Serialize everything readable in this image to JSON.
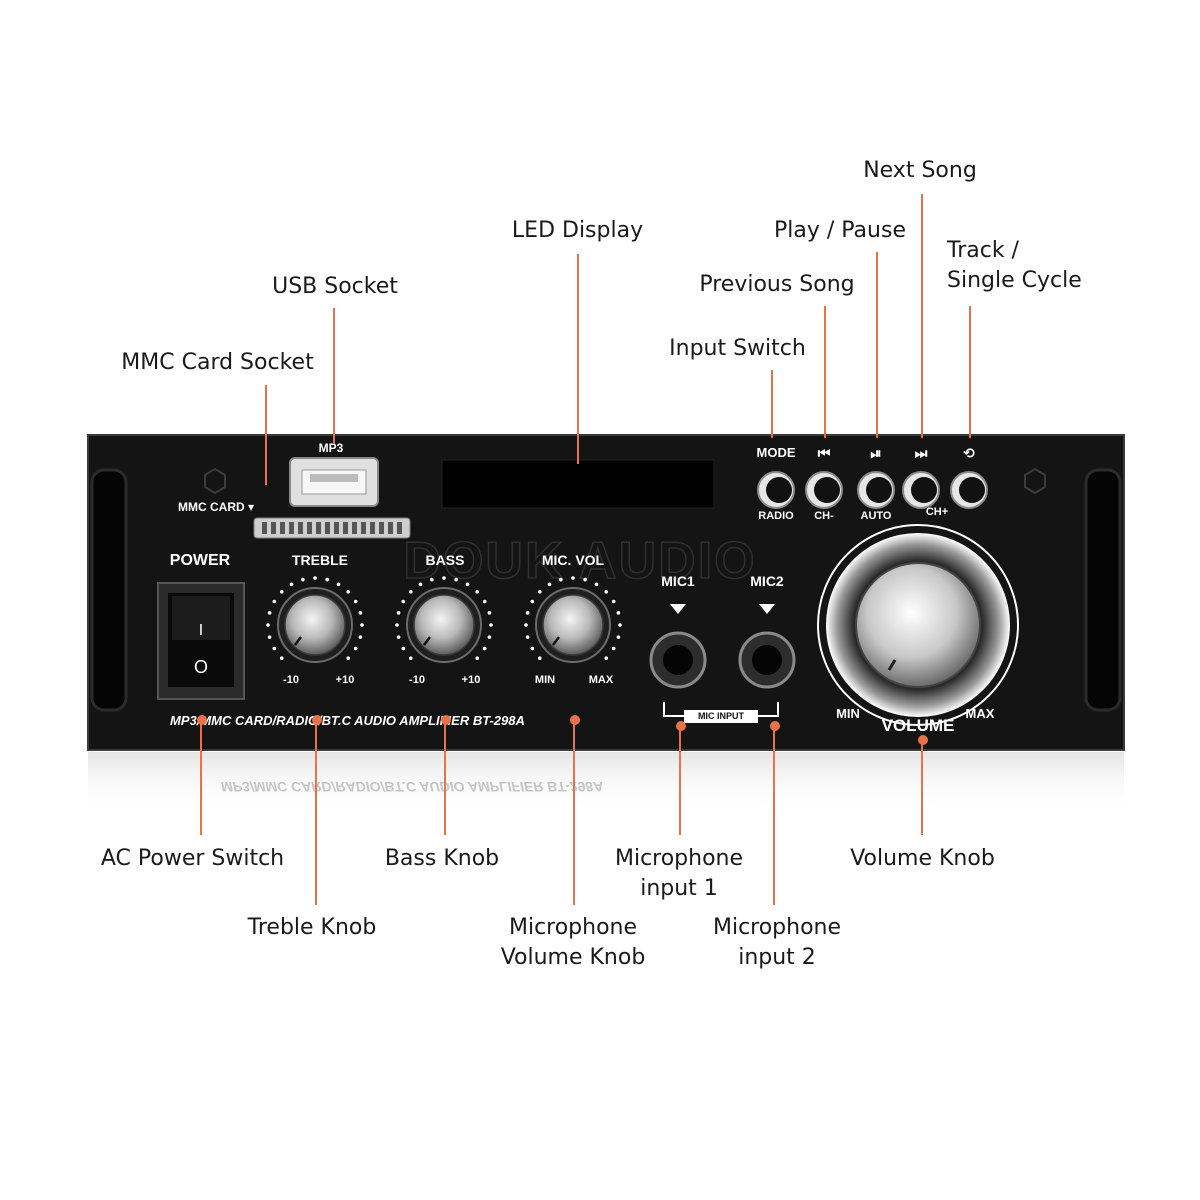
{
  "colors": {
    "panel": "#141414",
    "leader": "#e8734a",
    "panel_text": "#ffffff"
  },
  "panel": {
    "power_label": "POWER",
    "switch_on_symbol": "I",
    "switch_off_symbol": "O",
    "mmc_label": "MMC CARD ▾",
    "mp3_label": "MP3",
    "treble": {
      "label": "TREBLE",
      "min": "-10",
      "max": "+10"
    },
    "bass": {
      "label": "BASS",
      "min": "-10",
      "max": "+10"
    },
    "micvol": {
      "label": "MIC. VOL",
      "min": "MIN",
      "max": "MAX"
    },
    "mic1_label": "MIC1",
    "mic2_label": "MIC2",
    "mic_input_label": "MIC INPUT",
    "model_text": "MP3/MMC CARD/RADIO/BT.C AUDIO AMPLIFIER BT-298A",
    "watermark": "DOUK AUDIO",
    "volume": {
      "label": "VOLUME",
      "min": "MIN",
      "max": "MAX"
    },
    "buttons": [
      {
        "top": "MODE",
        "bottom": "RADIO",
        "icon": "mode-icon"
      },
      {
        "top": "⏮",
        "bottom": "CH-",
        "icon": "previous-icon"
      },
      {
        "top": "⏯",
        "bottom": "AUTO",
        "icon": "play-pause-icon"
      },
      {
        "top": "⏭",
        "bottom": "CH+",
        "icon": "next-icon"
      },
      {
        "top": "⟲",
        "bottom": "",
        "icon": "repeat-icon"
      }
    ]
  },
  "callouts": {
    "mmc_card_socket": "MMC Card Socket",
    "usb_socket": "USB Socket",
    "led_display": "LED Display",
    "input_switch": "Input Switch",
    "previous_song": "Previous Song",
    "play_pause": "Play / Pause",
    "next_song": "Next Song",
    "track_cycle": [
      "Track /",
      "Single Cycle"
    ],
    "ac_power_switch": "AC Power Switch",
    "treble_knob": "Treble Knob",
    "bass_knob": "Bass Knob",
    "mic_volume_knob": [
      "Microphone",
      "Volume Knob"
    ],
    "mic_input_1": [
      "Microphone",
      "input 1"
    ],
    "mic_input_2": [
      "Microphone",
      "input 2"
    ],
    "volume_knob": "Volume Knob"
  }
}
